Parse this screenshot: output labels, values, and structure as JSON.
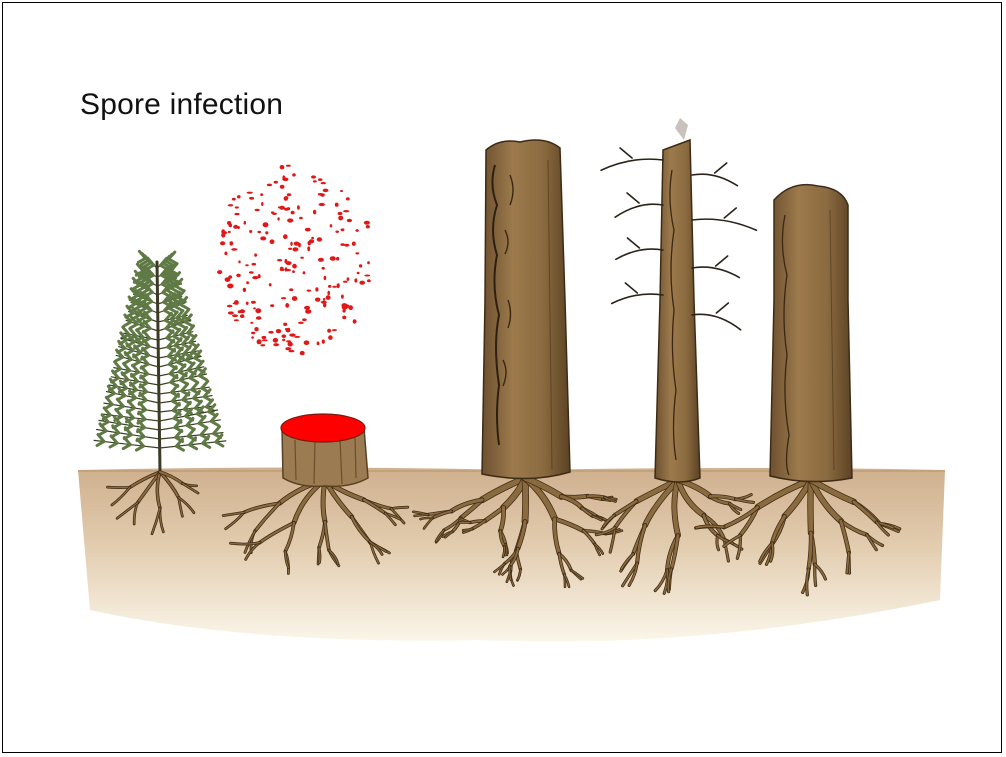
{
  "slide": {
    "title": "Spore infection"
  },
  "colors": {
    "spore": "#e01818",
    "stump_top": "#ff0000",
    "soil": "#d9bf9f",
    "bark": "#8a6a3f",
    "bark_dark": "#5a4022",
    "root": "#6b4e2c",
    "needle": "#5f7a45"
  },
  "illustration": {
    "elements": [
      "spore-cloud",
      "young-spruce",
      "infected-stump",
      "tree-trunk-1",
      "dead-tree",
      "tree-trunk-2",
      "root-system",
      "soil"
    ]
  }
}
